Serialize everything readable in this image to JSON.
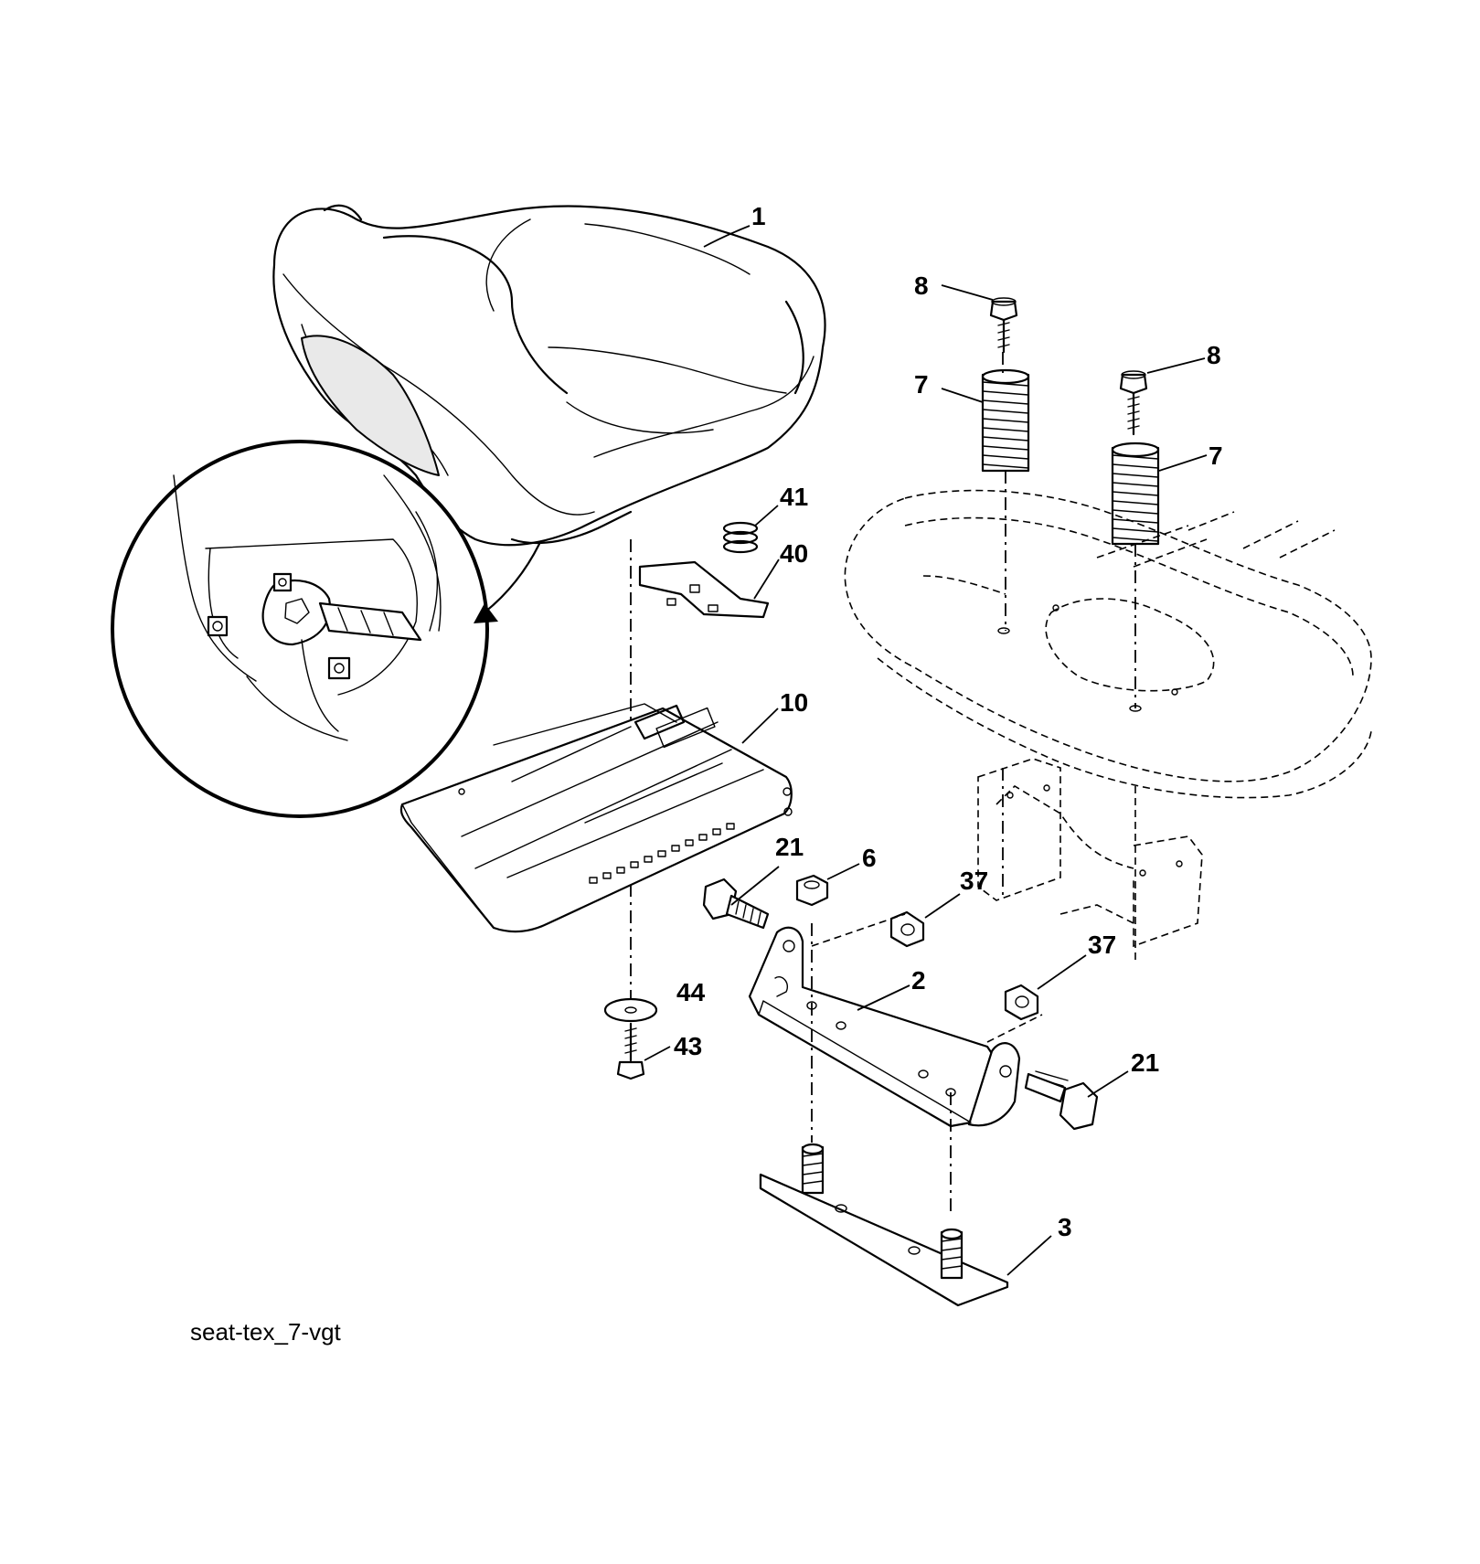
{
  "diagram": {
    "caption": "seat-tex_7-vgt",
    "callouts": {
      "seat": "1",
      "bracket": "2",
      "plate": "3",
      "nut_6": "6",
      "spring_left": "7",
      "spring_right": "7",
      "bolt_left": "8",
      "bolt_right": "8",
      "seat_pan": "10",
      "bolt_21_left": "21",
      "bolt_21_right": "21",
      "nut_37_upper": "37",
      "nut_37_lower": "37",
      "clip_40": "40",
      "spring_41": "41",
      "screw_43": "43",
      "washer_44": "44"
    }
  }
}
